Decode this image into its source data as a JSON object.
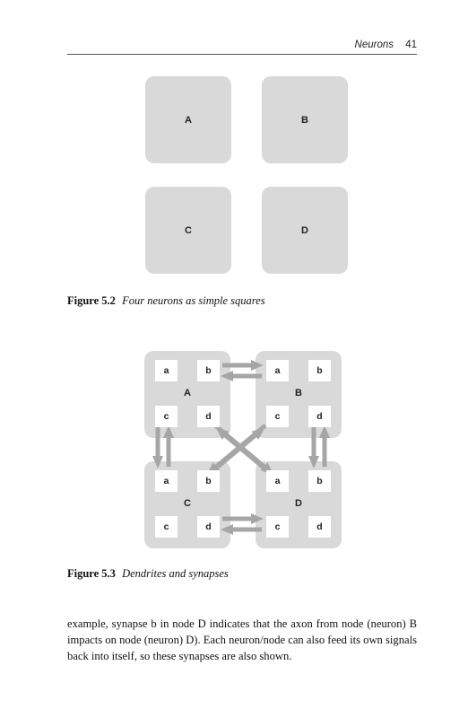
{
  "header": {
    "title": "Neurons",
    "page_number": "41"
  },
  "figure1": {
    "neurons": [
      "A",
      "B",
      "C",
      "D"
    ],
    "caption_number": "Figure 5.2",
    "caption_text": "Four neurons as simple squares"
  },
  "figure2": {
    "nodes": [
      {
        "label": "A",
        "synapses": [
          "a",
          "b",
          "c",
          "d"
        ]
      },
      {
        "label": "B",
        "synapses": [
          "a",
          "b",
          "c",
          "d"
        ]
      },
      {
        "label": "C",
        "synapses": [
          "a",
          "b",
          "c",
          "d"
        ]
      },
      {
        "label": "D",
        "synapses": [
          "a",
          "b",
          "c",
          "d"
        ]
      }
    ],
    "caption_number": "Figure 5.3",
    "caption_text": "Dendrites and synapses"
  },
  "body": {
    "paragraph": "example, synapse b in node D indicates that the axon from node (neuron) B impacts on node (neuron) D). Each neuron/node can also feed its own signals back into itself, so these synapses are also shown."
  },
  "colors": {
    "node_fill": "#d9d9d9",
    "arrow": "#a6a6a6",
    "synapse_box": "#ffffff"
  }
}
